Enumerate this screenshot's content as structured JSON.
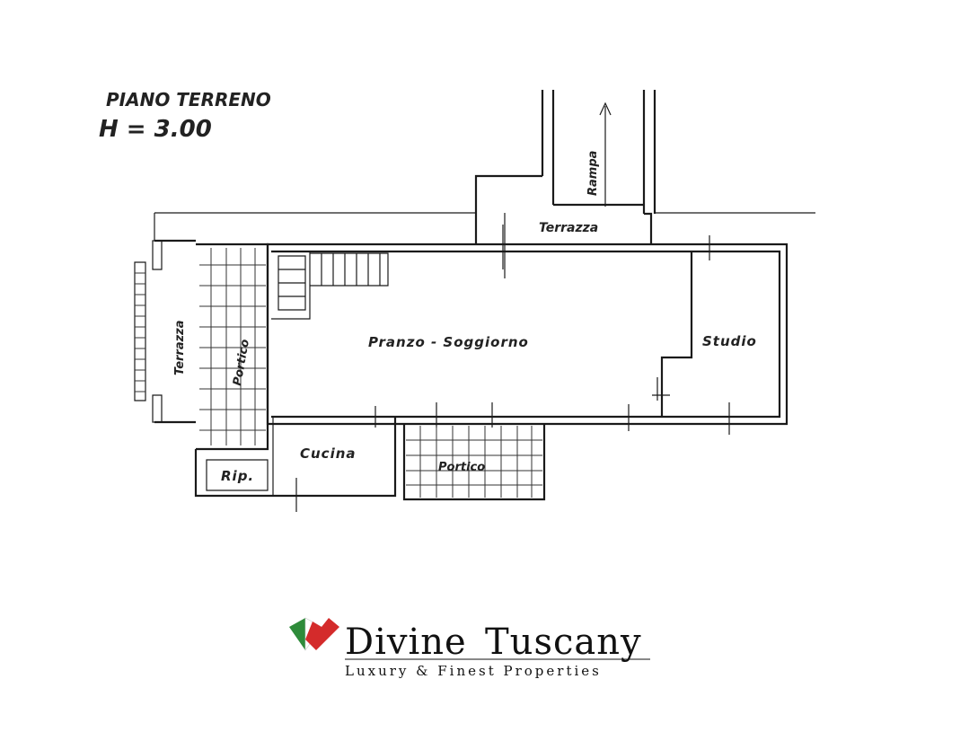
{
  "plan": {
    "heading": "PIANO  TERRENO",
    "height_label": "H = 3.00",
    "rooms": {
      "pranzo_soggiorno": "Pranzo - Soggiorno",
      "studio": "Studio",
      "cucina": "Cucina",
      "rip": "Rip.",
      "terrazza_top": "Terrazza",
      "terrazza_left": "Terrazza",
      "portico_left": "Portico",
      "portico_bottom": "Portico",
      "rampa": "Rampa"
    }
  },
  "brand": {
    "name_part1": "Divine",
    "name_part2": "Tuscany",
    "tagline": "Luxury  &  Finest  Properties",
    "colors": {
      "green": "#2e8b3a",
      "red": "#d42b2b",
      "white": "#ffffff"
    }
  }
}
